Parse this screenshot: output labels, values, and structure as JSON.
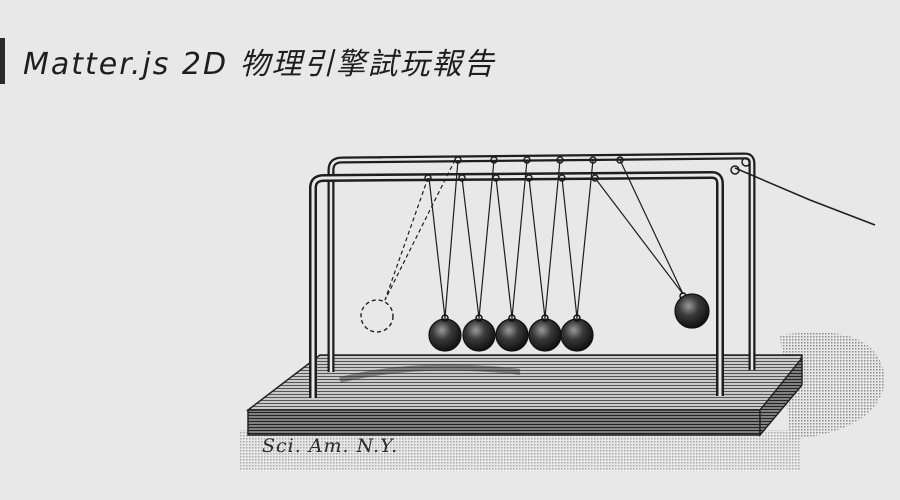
{
  "title": {
    "text": "Matter.js 2D 物理引擎試玩報告",
    "accent_color": "#2a2a2a"
  },
  "illustration": {
    "subject": "newtons-cradle-engraving",
    "credit": "Sci. Am. N.Y.",
    "ball_count": 7,
    "resting_balls": 5,
    "raised_ball_side": "right",
    "ghost_ball_side": "left",
    "colors": {
      "background": "#e8e8e8",
      "ink": "#1e1e1e",
      "base_mid": "#9a9a9a"
    }
  }
}
